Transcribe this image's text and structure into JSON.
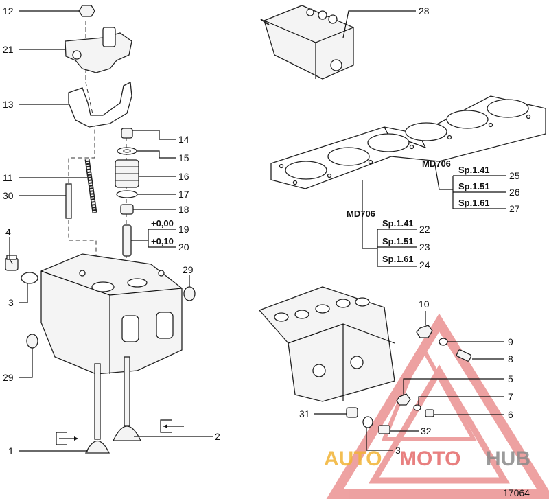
{
  "figure_id": "17064",
  "callouts": {
    "c1": "1",
    "c2": "2",
    "c3a": "3",
    "c3b": "3",
    "c4": "4",
    "c5": "5",
    "c6": "6",
    "c7": "7",
    "c8": "8",
    "c9": "9",
    "c10": "10",
    "c11": "11",
    "c12": "12",
    "c13": "13",
    "c14": "14",
    "c15": "15",
    "c16": "16",
    "c17": "17",
    "c18": "18",
    "c19": "19",
    "c20": "20",
    "c21": "21",
    "c22": "22",
    "c23": "23",
    "c24": "24",
    "c25": "25",
    "c26": "26",
    "c27": "27",
    "c28": "28",
    "c29a": "29",
    "c29b": "29",
    "c30": "30",
    "c31": "31",
    "c32": "32"
  },
  "guide_variants": {
    "std": "+0,00",
    "oversize": "+0,10"
  },
  "gasket_top": {
    "model": "MD706",
    "options": [
      "Sp.1.41",
      "Sp.1.51",
      "Sp.1.61"
    ]
  },
  "gasket_bottom": {
    "model": "MD706",
    "options": [
      "Sp.1.41",
      "Sp.1.51",
      "Sp.1.61"
    ]
  },
  "watermark": {
    "part1": "AUTO",
    "part2": "MOTO",
    "part3": "HUB",
    "colors": {
      "auto": "#f2b335",
      "moto": "#e46b6b",
      "hub": "#8a8a8a",
      "triangle": "#e05555"
    }
  }
}
